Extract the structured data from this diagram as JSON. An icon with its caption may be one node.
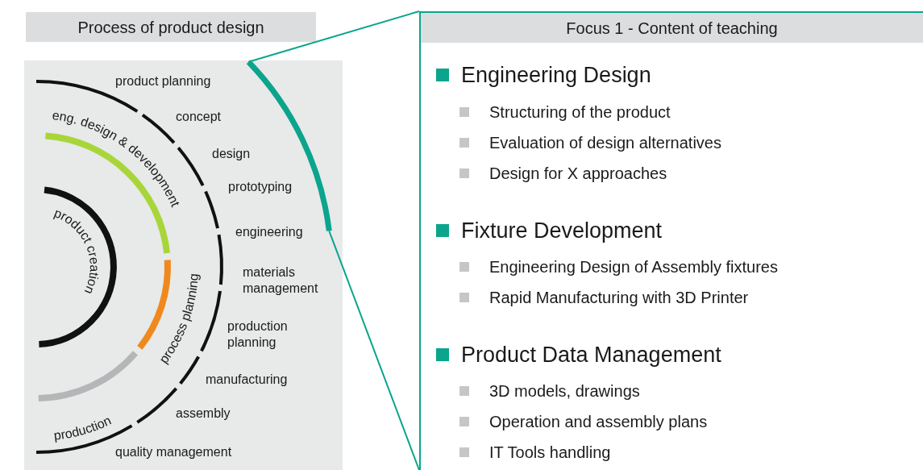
{
  "diagram": {
    "nodes": [
      {
        "text": [
          "Process of product design"
        ]
      },
      {
        "text": [],
        "shape": "arc"
      },
      {
        "text": [
          "Focus 1 - Content of teaching"
        ]
      }
    ],
    "edges": [
      {
        "from": 1,
        "to": 2,
        "arrow": "none"
      },
      {
        "from": 1,
        "to": 2,
        "arrow": "none"
      }
    ],
    "labels": [
      "product planning",
      "concept",
      "design",
      "prototyping",
      "engineering",
      "materials management",
      "production planning",
      "manufacturing",
      "assembly",
      "quality management",
      "eng. design & development",
      "product creation",
      "process planning",
      "production",
      "Engineering Design",
      "Structuring of the product",
      "Evaluation of design alternatives",
      "Design for X approaches",
      "Fixture Development",
      "Engineering Design of Assembly fixtures",
      "Rapid Manufacturing with 3D Printer",
      "Product Data Management",
      "3D models, drawings",
      "Operation and assembly plans",
      "IT Tools handling"
    ]
  }
}
